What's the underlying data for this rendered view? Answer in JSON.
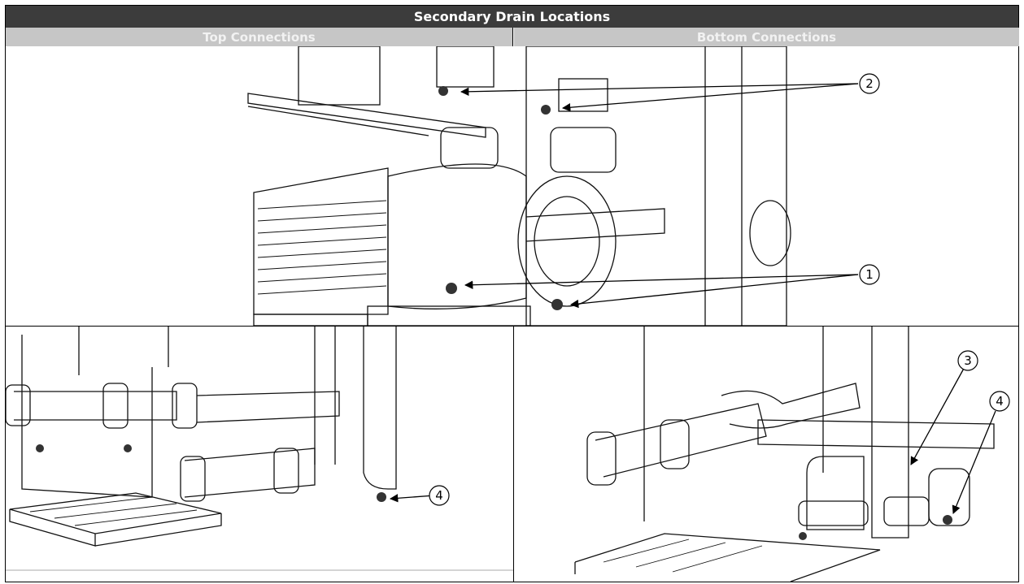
{
  "table": {
    "title": "Secondary Drain Locations",
    "headers": [
      "Top Connections",
      "Bottom Connections"
    ]
  },
  "callouts": {
    "one": "1",
    "two": "2",
    "three": "3",
    "four_left": "4",
    "four_right": "4"
  },
  "colors": {
    "title_bg": "#3c3c3c",
    "subhead_bg": "#c6c6c6",
    "subhead_text": "#f2f2f2",
    "line": "#000000"
  }
}
